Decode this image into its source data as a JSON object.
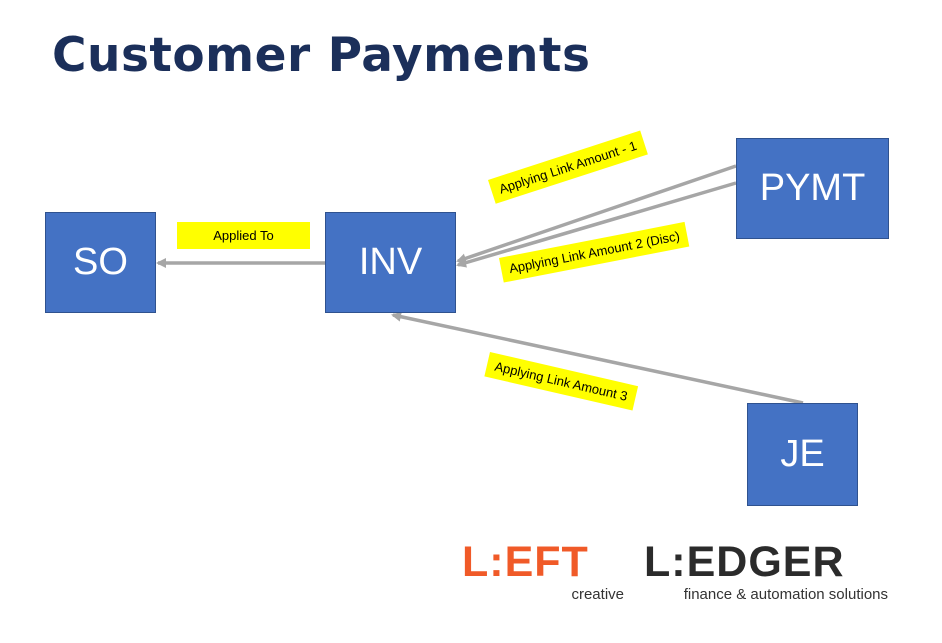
{
  "title": "Customer Payments",
  "nodes": {
    "so": "SO",
    "inv": "INV",
    "pymt": "PYMT",
    "je": "JE"
  },
  "edges": [
    {
      "from": "inv",
      "to": "so",
      "label": "Applied To"
    },
    {
      "from": "pymt",
      "to": "inv",
      "label": "Applying Link Amount - 1"
    },
    {
      "from": "pymt",
      "to": "inv",
      "label": "Applying Link Amount 2 (Disc)"
    },
    {
      "from": "je",
      "to": "inv",
      "label": "Applying Link Amount 3"
    }
  ],
  "colors": {
    "title": "#1b2f5a",
    "node_fill": "#4472c4",
    "arrow": "#a6a6a6",
    "label_fill": "#ffff00",
    "left_brand": "#f05a28",
    "ledger_brand": "#2b2b2b"
  },
  "logos": {
    "left": {
      "wordmark": "L:EFT",
      "tagline": "creative"
    },
    "ledger": {
      "wordmark": "L:EDGER",
      "tagline": "finance & automation solutions"
    }
  }
}
